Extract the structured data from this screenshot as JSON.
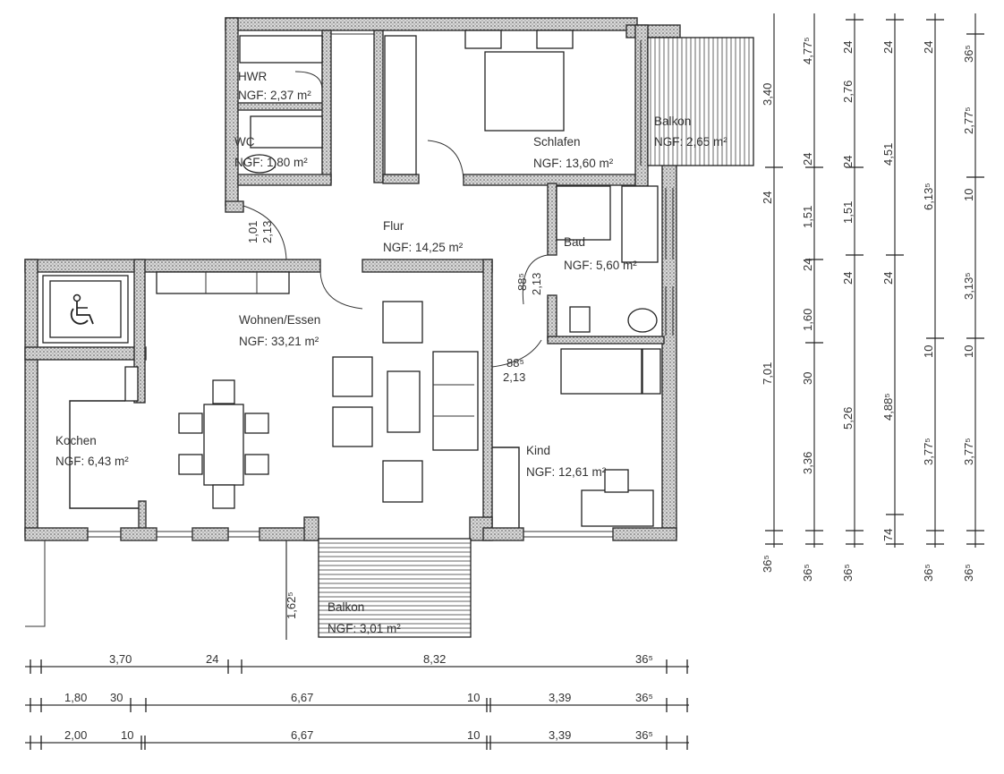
{
  "rooms": {
    "hwr": {
      "name": "HWR",
      "area": "NGF: 2,37 m²"
    },
    "wc": {
      "name": "WC",
      "area": "NGF: 1,80 m²"
    },
    "schlafen": {
      "name": "Schlafen",
      "area": "NGF: 13,60 m²"
    },
    "balkon_top": {
      "name": "Balkon",
      "area": "NGF: 2,65 m²"
    },
    "flur": {
      "name": "Flur",
      "area": "NGF: 14,25 m²"
    },
    "bad": {
      "name": "Bad",
      "area": "NGF: 5,60 m²"
    },
    "wohnen": {
      "name": "Wohnen/Essen",
      "area": "NGF:  33,21 m²"
    },
    "kochen": {
      "name": "Kochen",
      "area": "NGF: 6,43 m²"
    },
    "kind": {
      "name": "Kind",
      "area": "NGF: 12,61 m²"
    },
    "balkon_bottom": {
      "name": "Balkon",
      "area": "NGF: 3,01 m²"
    }
  },
  "door_dims": {
    "flur_door_w": "1,01",
    "flur_door_h": "2,13",
    "bad_door_w": "88⁵",
    "bad_door_h": "2,13",
    "kind_door_w": "88⁵",
    "kind_door_h": "2,13",
    "balkon_depth": "1,62⁵"
  },
  "dimensions_bottom": {
    "row1": [
      "3,70",
      "24",
      "8,32",
      "36⁵"
    ],
    "row2": [
      "1,80",
      "30",
      "6,67",
      "10",
      "3,39",
      "36⁵"
    ],
    "row3": [
      "2,00",
      "10",
      "6,67",
      "10",
      "3,39",
      "36⁵"
    ]
  },
  "dimensions_right": {
    "col1": [
      "3,40",
      "24",
      "7,01",
      "36⁵"
    ],
    "col2": [
      "4,77⁵",
      "24",
      "1,51",
      "24",
      "1,60",
      "30",
      "3,36",
      "36⁵"
    ],
    "col3": [
      "24",
      "2,76",
      "24",
      "1,51",
      "24",
      "5,26",
      "36⁵"
    ],
    "col4": [
      "24",
      "4,51",
      "24",
      "4,88⁵",
      "74"
    ],
    "col5": [
      "24",
      "6,13⁵",
      "10",
      "3,77⁵",
      "36⁵"
    ],
    "col6": [
      "36⁵",
      "2,77⁵",
      "10",
      "3,13⁵",
      "10",
      "3,77⁵",
      "36⁵"
    ]
  },
  "symbols": {
    "accessible": "wheelchair-accessible-symbol"
  }
}
